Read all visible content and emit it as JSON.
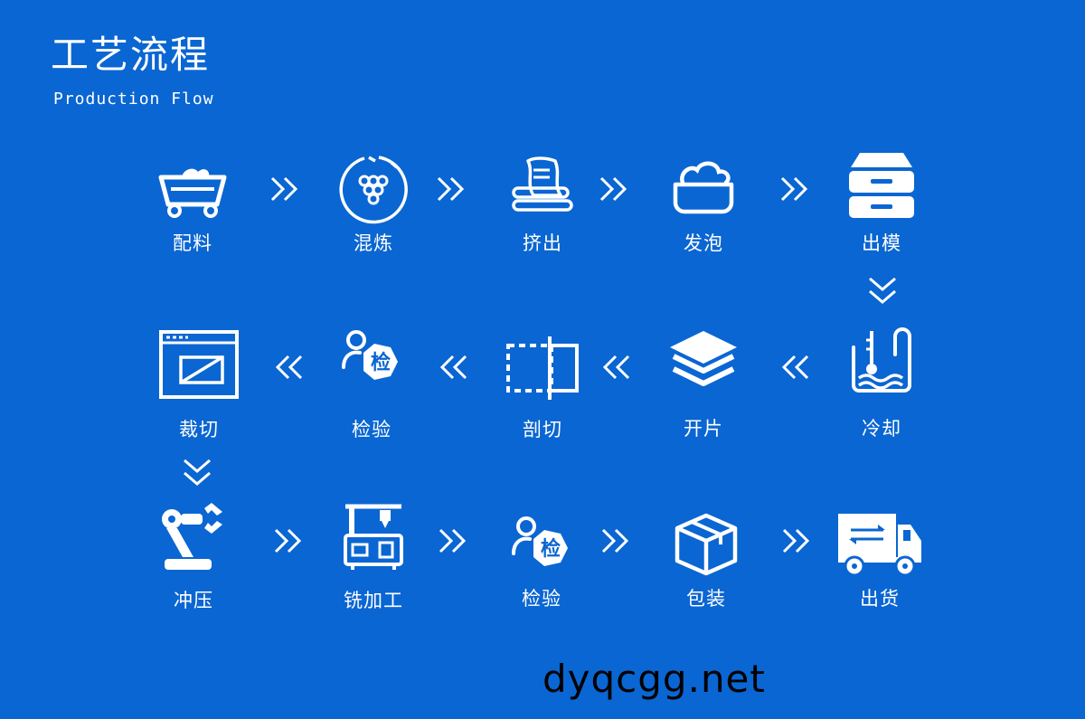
{
  "header": {
    "title": "工艺流程",
    "subtitle": "Production Flow"
  },
  "steps": [
    {
      "label": "配料",
      "icon": "mine-cart-icon"
    },
    {
      "label": "混炼",
      "icon": "mixing-circle-icon"
    },
    {
      "label": "挤出",
      "icon": "extrusion-rolls-icon"
    },
    {
      "label": "发泡",
      "icon": "foaming-bowl-icon"
    },
    {
      "label": "出模",
      "icon": "mold-drawers-icon"
    },
    {
      "label": "冷却",
      "icon": "cooling-tank-icon"
    },
    {
      "label": "开片",
      "icon": "layers-icon"
    },
    {
      "label": "剖切",
      "icon": "split-cut-icon"
    },
    {
      "label": "检验",
      "icon": "inspector-icon"
    },
    {
      "label": "裁切",
      "icon": "cutting-window-icon"
    },
    {
      "label": "冲压",
      "icon": "robot-arm-icon"
    },
    {
      "label": "铣加工",
      "icon": "milling-machine-icon"
    },
    {
      "label": "检验",
      "icon": "inspector-icon"
    },
    {
      "label": "包装",
      "icon": "package-box-icon"
    },
    {
      "label": "出货",
      "icon": "delivery-truck-icon"
    }
  ],
  "watermark": "dyqcgg.net"
}
